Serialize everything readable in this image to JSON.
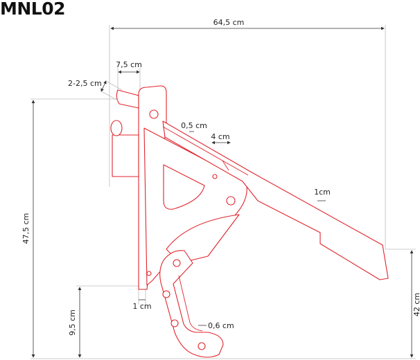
{
  "title": "MNL02",
  "dimensions": {
    "overall_width": "64,5 cm",
    "overall_height": "47,5 cm",
    "pin_length": "7,5 cm",
    "pin_diameter": "2-2,5 cm",
    "slot_width": "0,5 cm",
    "slot_length": "4 cm",
    "arm_thickness": "1cm",
    "plate_thickness": "1 cm",
    "hook_height": "9,5 cm",
    "arm_tip_height": "42 cm",
    "hook_thickness": "0,6 cm"
  },
  "colors": {
    "drawing": "#e0242c",
    "dimension": "#333333"
  }
}
